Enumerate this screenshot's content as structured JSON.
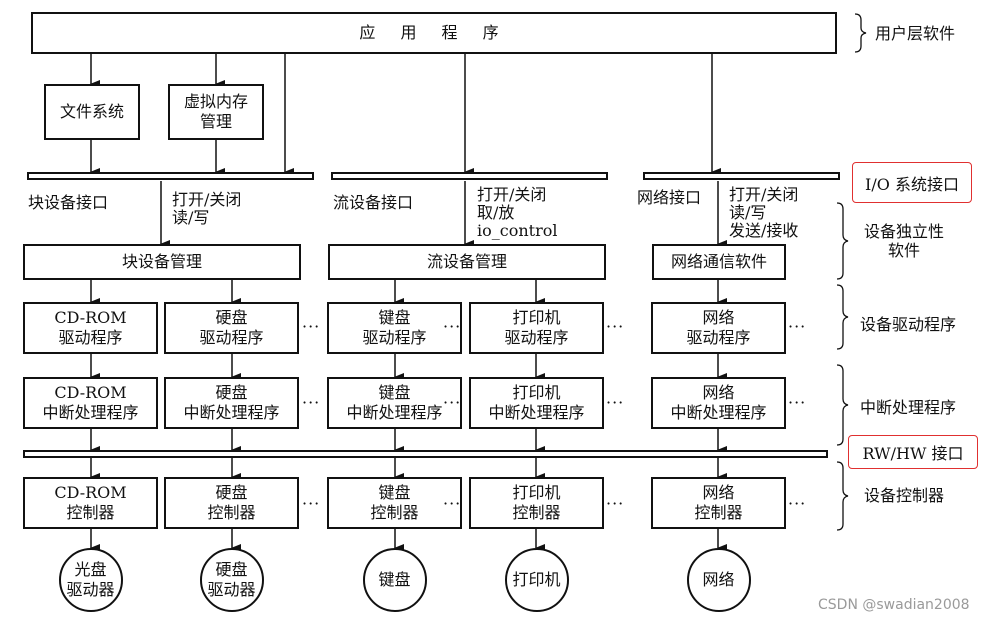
{
  "top": {
    "application": "应 用 程 序",
    "file_system": "文件系统",
    "virtual_memory": "虚拟内存\n管理"
  },
  "interfaces": {
    "block": {
      "label": "块设备接口",
      "ops": "打开/关闭\n读/写",
      "manager": "块设备管理"
    },
    "stream": {
      "label": "流设备接口",
      "ops": "打开/关闭\n取/放\nio_control",
      "manager": "流设备管理"
    },
    "network": {
      "label": "网络接口",
      "ops": "打开/关闭\n读/写\n发送/接收",
      "manager": "网络通信软件"
    }
  },
  "columns": [
    {
      "driver": "CD-ROM\n驱动程序",
      "interrupt": "CD-ROM\n中断处理程序",
      "controller": "CD-ROM\n控制器",
      "device": "光盘\n驱动器"
    },
    {
      "driver": "硬盘\n驱动程序",
      "interrupt": "硬盘\n中断处理程序",
      "controller": "硬盘\n控制器",
      "device": "硬盘\n驱动器"
    },
    {
      "driver": "键盘\n驱动程序",
      "interrupt": "键盘\n中断处理程序",
      "controller": "键盘\n控制器",
      "device": "键盘"
    },
    {
      "driver": "打印机\n驱动程序",
      "interrupt": "打印机\n中断处理程序",
      "controller": "打印机\n控制器",
      "device": "打印机"
    },
    {
      "driver": "网络\n驱动程序",
      "interrupt": "网络\n中断处理程序",
      "controller": "网络\n控制器",
      "device": "网络"
    }
  ],
  "ellipsis": "···",
  "layers": {
    "user_software": "用户层软件",
    "io_interface": "I/O 系统接口",
    "device_independent": "设备独立性\n软件",
    "device_drivers": "设备驱动程序",
    "interrupt_handlers": "中断处理程序",
    "rw_hw_interface": "RW/HW 接口",
    "device_controllers": "设备控制器"
  },
  "colors": {
    "highlight": "#e03030",
    "line": "#111111",
    "watermark": "#9a9a9a"
  },
  "watermark": "CSDN @swadian2008"
}
